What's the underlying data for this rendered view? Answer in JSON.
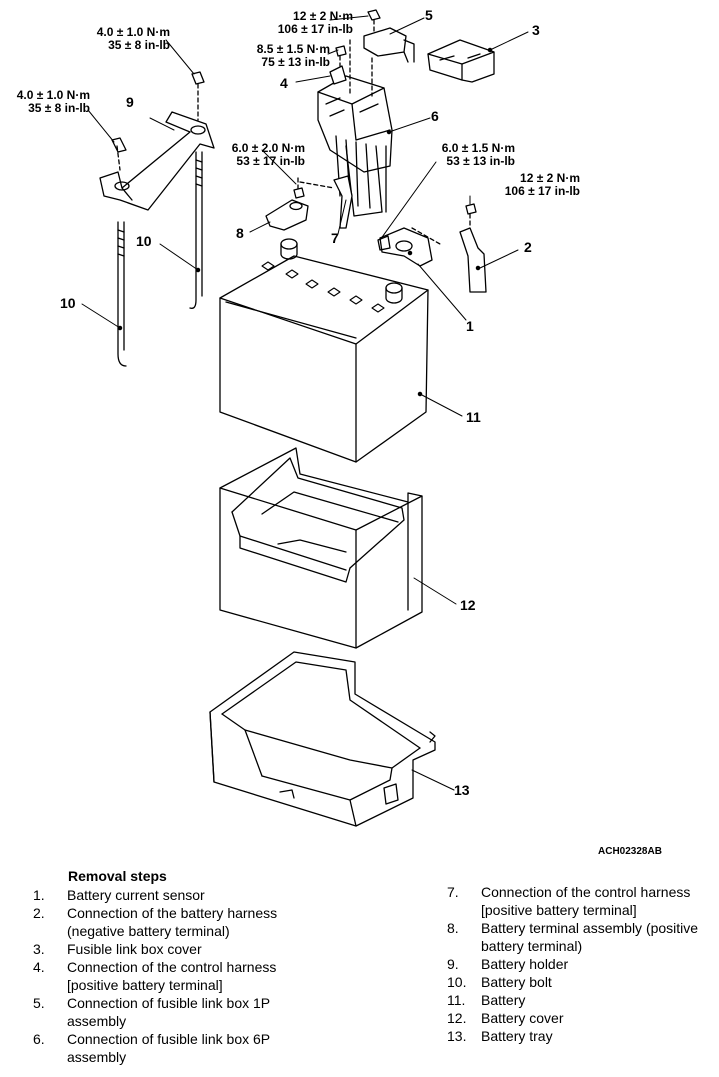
{
  "torque_specs": [
    {
      "nm": "12 ± 2 N·m",
      "inlb": "106 ± 17 in-lb"
    },
    {
      "nm": "4.0 ± 1.0 N·m",
      "inlb": "35 ± 8 in-lb"
    },
    {
      "nm": "8.5 ± 1.5 N·m",
      "inlb": "75 ± 13 in-lb"
    },
    {
      "nm": "4.0 ± 1.0 N·m",
      "inlb": "35 ± 8 in-lb"
    },
    {
      "nm": "6.0 ± 2.0 N·m",
      "inlb": "53 ± 17 in-lb"
    },
    {
      "nm": "6.0 ± 1.5 N·m",
      "inlb": "53 ± 13 in-lb"
    },
    {
      "nm": "12 ± 2 N·m",
      "inlb": "106 ± 17 in-lb"
    }
  ],
  "callouts": [
    "1",
    "2",
    "3",
    "4",
    "5",
    "6",
    "7",
    "8",
    "9",
    "10",
    "10",
    "11",
    "12",
    "13"
  ],
  "figure_code": "ACH02328AB",
  "removal_steps": {
    "title": "Removal steps",
    "steps": [
      {
        "num": "1.",
        "text": "Battery current sensor"
      },
      {
        "num": "2.",
        "text": "Connection of the battery harness (negative battery terminal)"
      },
      {
        "num": "3.",
        "text": "Fusible link box cover"
      },
      {
        "num": "4.",
        "text": "Connection of the control harness [positive battery terminal]"
      },
      {
        "num": "5.",
        "text": "Connection of fusible link box 1P assembly"
      },
      {
        "num": "6.",
        "text": "Connection of fusible link box 6P assembly"
      },
      {
        "num": "7.",
        "text": "Connection of the control harness [positive battery terminal]"
      },
      {
        "num": "8.",
        "text": "Battery terminal assembly (positive battery terminal)"
      },
      {
        "num": "9.",
        "text": "Battery holder"
      },
      {
        "num": "10.",
        "text": "Battery bolt"
      },
      {
        "num": "11.",
        "text": "Battery"
      },
      {
        "num": "12.",
        "text": "Battery cover"
      },
      {
        "num": "13.",
        "text": "Battery tray"
      }
    ]
  }
}
